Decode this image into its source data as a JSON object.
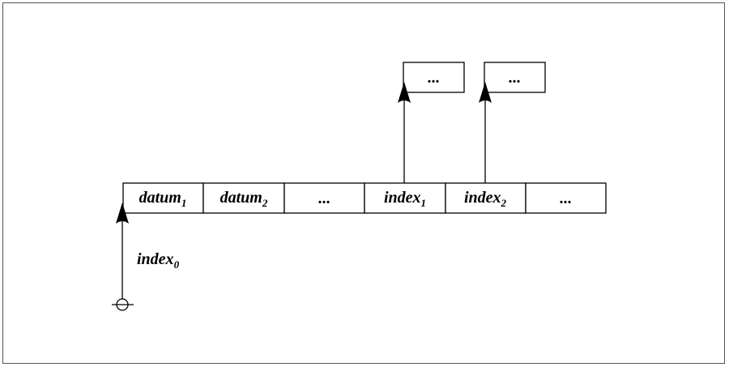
{
  "diagram": {
    "cells": [
      {
        "base": "datum",
        "sub": "1"
      },
      {
        "base": "datum",
        "sub": "2"
      },
      {
        "base": "...",
        "sub": ""
      },
      {
        "base": "index",
        "sub": "1"
      },
      {
        "base": "index",
        "sub": "2"
      },
      {
        "base": "...",
        "sub": ""
      }
    ],
    "targets": [
      {
        "label": "..."
      },
      {
        "label": "..."
      }
    ],
    "origin": {
      "base": "index",
      "sub": "0"
    },
    "colors": {
      "stroke": "#000000",
      "frame": "#555555",
      "background": "#ffffff"
    }
  }
}
